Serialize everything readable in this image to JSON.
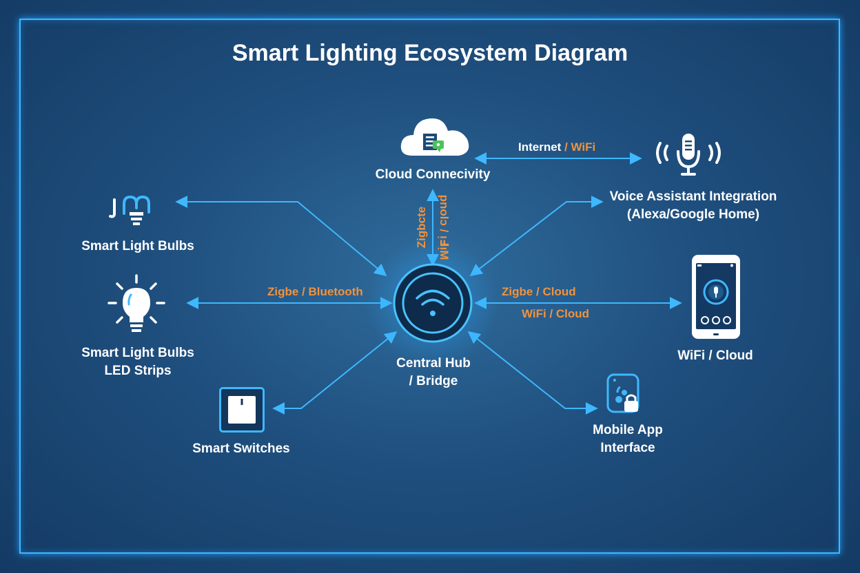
{
  "diagram": {
    "title": "Smart Lighting Ecosystem Diagram",
    "hub": {
      "line1": "Central Hub",
      "line2": "/ Bridge"
    },
    "nodes": {
      "cloud": {
        "label": "Cloud Connecivity"
      },
      "voice": {
        "line1": "Voice Assistant Integration",
        "line2": "(Alexa/Google Home)"
      },
      "bulbs_top": {
        "label": "Smart Light Bulbs"
      },
      "bulbs_led": {
        "line1": "Smart Light Bulbs",
        "line2": "LED Strips"
      },
      "switches": {
        "label": "Smart Switches"
      },
      "phone": {
        "label": "WiFi / Cloud"
      },
      "mobile_app": {
        "line1": "Mobile App",
        "line2": "Interface"
      }
    },
    "connections": {
      "cloud_voice": {
        "part1": "Internet",
        "sep": " / ",
        "part2": "WiFi"
      },
      "hub_cloud_left": "Zigbcte",
      "hub_cloud_right": "pnolɔ / ᴉℲᴉM",
      "hub_led": "Zigbe / Bluetooth",
      "hub_phone_top": "Zigbe / Cloud",
      "hub_phone_bottom": "WiFi / Cloud"
    },
    "colors": {
      "background": "#1f4f7e",
      "accent_blue": "#3fb8ff",
      "connection_label": "#f2923b",
      "text": "#ffffff"
    }
  }
}
